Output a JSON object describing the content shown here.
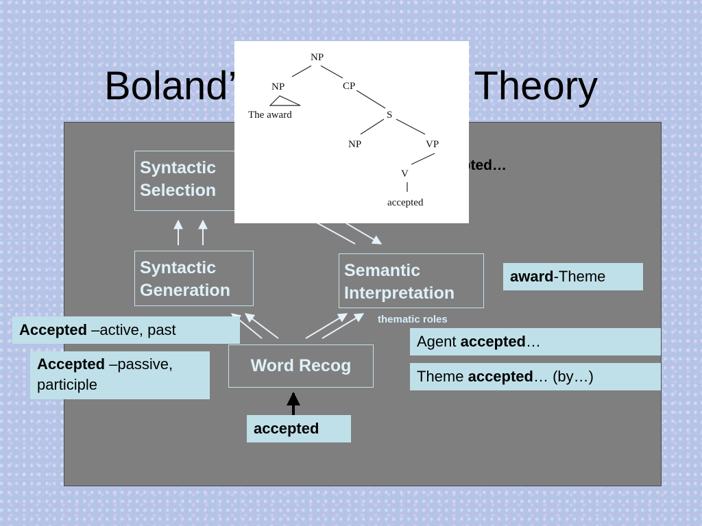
{
  "title": "Boland’s Concurrent Theory",
  "boxes": {
    "syntactic_selection": [
      "Syntactic",
      "Selection"
    ],
    "syntactic_generation": [
      "Syntactic",
      "Generation"
    ],
    "semantic_interpretation": [
      "Semantic",
      "Interpretation"
    ],
    "word_recog": "Word Recog"
  },
  "partial_label": "epted…",
  "thematic_roles": "thematic roles",
  "labels": {
    "award_theme": {
      "bold": "award",
      "rest": "-Theme"
    },
    "accepted_active": {
      "bold": "Accepted",
      "rest": " –active, past"
    },
    "accepted_passive": {
      "bold": "Accepted",
      "rest": " –passive,",
      "line2": "participle"
    },
    "agent": {
      "pre": "Agent ",
      "bold": "accepted",
      "post": "…"
    },
    "theme": {
      "pre": "Theme ",
      "bold": "accepted",
      "post": "… (by…)"
    },
    "accepted_input": "accepted"
  },
  "tree": {
    "np_root": "NP",
    "np_left": "NP",
    "the_award": "The award",
    "cp": "CP",
    "s": "S",
    "np_inner": "NP",
    "vp": "VP",
    "v": "V",
    "accepted": "accepted"
  },
  "colors": {
    "panel": "#7f7f7f",
    "box_border": "#c5e2ee",
    "label_bg": "#bfe0e8",
    "arrow": "#e6f2fa"
  }
}
